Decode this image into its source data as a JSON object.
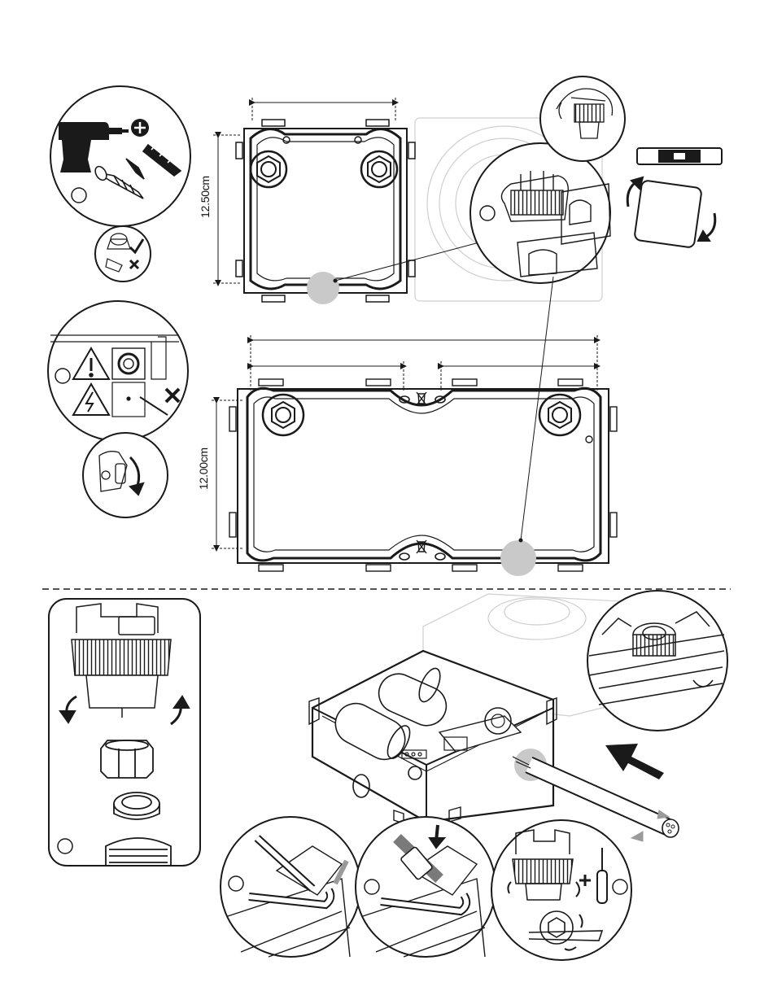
{
  "dimensions": {
    "small_box_height": "12.50cm",
    "large_box_height": "12.00cm"
  },
  "icons": {
    "tools": [
      "drill-icon",
      "phillips-bit-icon",
      "screw-icon",
      "wall-plug-icon"
    ],
    "warnings": [
      "warning-triangle-icon",
      "electric-hazard-icon",
      "cross-icon",
      "check-icon"
    ],
    "level": "spirit-level-icon",
    "arrows": [
      "rotate-left-arrow",
      "rotate-right-arrow",
      "insert-arrow",
      "push-down-arrow"
    ]
  },
  "colors": {
    "line": "#1a1a1a",
    "faint_line": "#c8c8c8",
    "highlight_dot": "#c9c9c9",
    "background": "#ffffff"
  }
}
